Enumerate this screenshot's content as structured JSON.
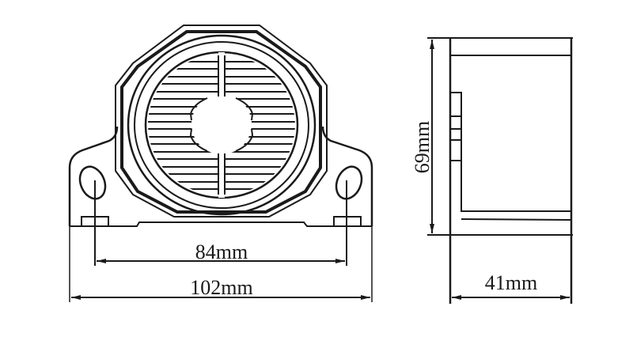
{
  "diagram": {
    "type": "technical-drawing",
    "subject": "reverse alarm / buzzer housing",
    "views": [
      {
        "name": "front-view"
      },
      {
        "name": "side-view"
      }
    ]
  },
  "dimensions": {
    "mount_hole_spacing": "84mm",
    "overall_width": "102mm",
    "height": "69mm",
    "depth": "41mm"
  },
  "colors": {
    "line": "#1a1a1a",
    "background": "#ffffff"
  }
}
